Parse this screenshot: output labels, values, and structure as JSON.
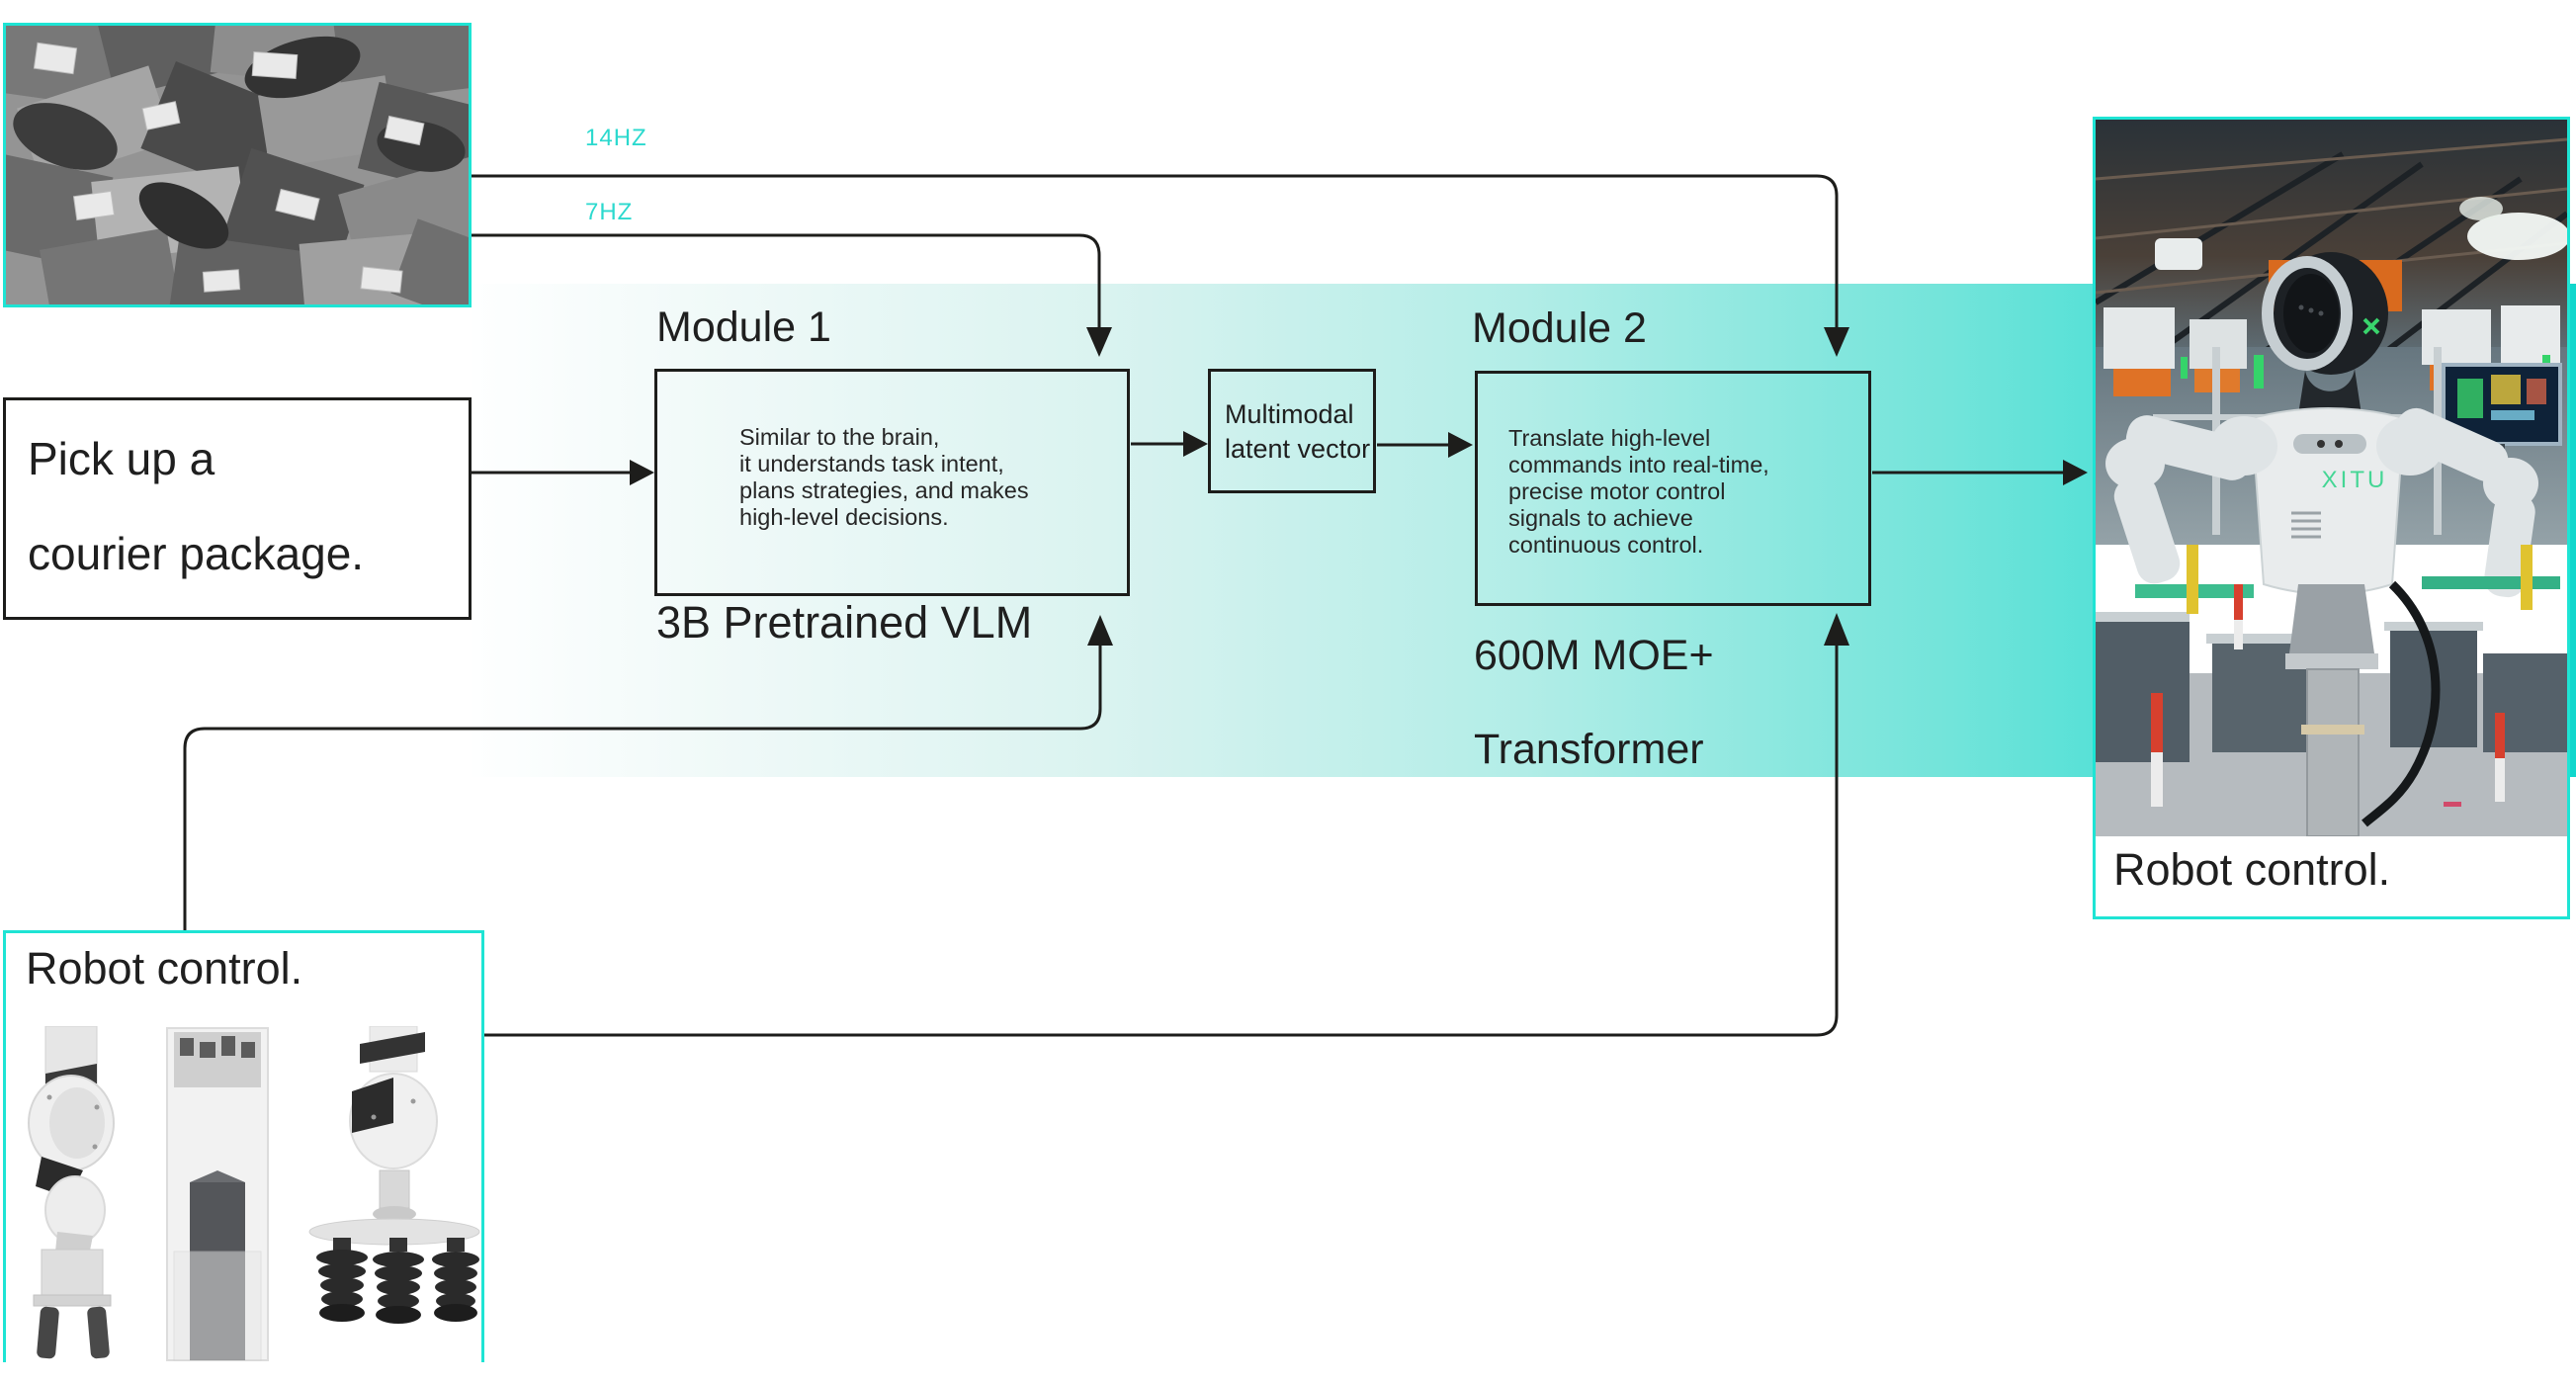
{
  "colors": {
    "accent_cyan_border": "#1ee4d4",
    "rate_label_cyan": "#2bd9ce",
    "line_dark": "#1d1d1b",
    "band_gradient_start": "#feffff",
    "band_gradient_end": "#10d7cd",
    "robot_chest_label_green": "#45d695"
  },
  "rates": {
    "top": "14HZ",
    "bottom": "7HZ"
  },
  "task_box": {
    "line1": "Pick up a",
    "line2": "courier package."
  },
  "module1": {
    "title": "Module 1",
    "desc": [
      "Similar to the brain,",
      "it understands task intent,",
      "plans strategies, and makes",
      "high-level decisions."
    ],
    "caption": "3B Pretrained VLM"
  },
  "latent": {
    "line1": "Multimodal",
    "line2": "latent vector"
  },
  "module2": {
    "title": "Module 2",
    "desc": [
      "Translate high-level",
      "commands into real-time,",
      "precise motor control",
      "signals to achieve",
      "continuous control."
    ],
    "caption": "600M MOE+\nTransformer"
  },
  "robot_panel": {
    "caption": "Robot control.",
    "chest_label": "XITU"
  },
  "gripper_panel": {
    "title": "Robot control."
  },
  "images": {
    "packages": "grayscale-courier-packages-photo",
    "robot": "humanoid-robot-factory-photo",
    "grippers": "robot-end-effectors-photo"
  }
}
